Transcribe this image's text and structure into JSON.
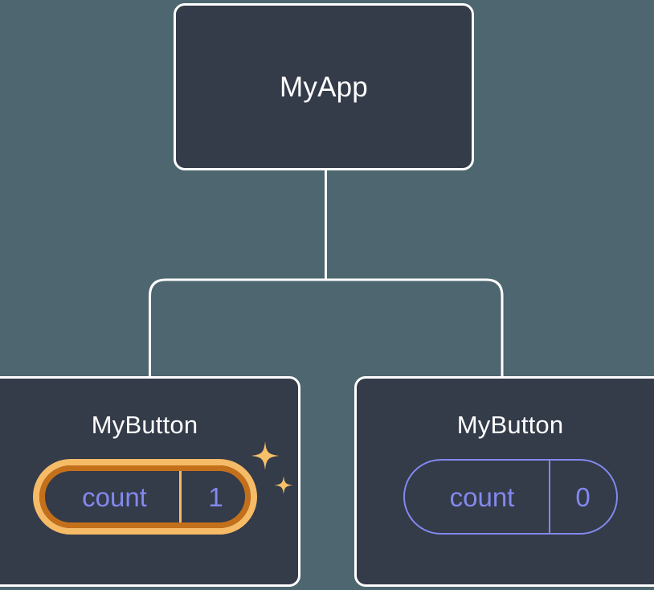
{
  "diagram": {
    "type": "component-tree",
    "background_color": "#4d666f",
    "node_fill_color": "#343b49",
    "node_border_color": "#ffffff",
    "edge_color": "#ffffff",
    "accent_color": "#8289ee",
    "highlight_inner_color": "#f6bb66",
    "highlight_outer_color": "#c4701b",
    "root": {
      "label": "MyApp"
    },
    "children": [
      {
        "label": "MyButton",
        "state": {
          "key": "count",
          "value": "1"
        },
        "highlighted": true,
        "sparkle_icons": [
          "sparkle-large-icon",
          "sparkle-small-icon"
        ]
      },
      {
        "label": "MyButton",
        "state": {
          "key": "count",
          "value": "0"
        },
        "highlighted": false
      }
    ]
  }
}
